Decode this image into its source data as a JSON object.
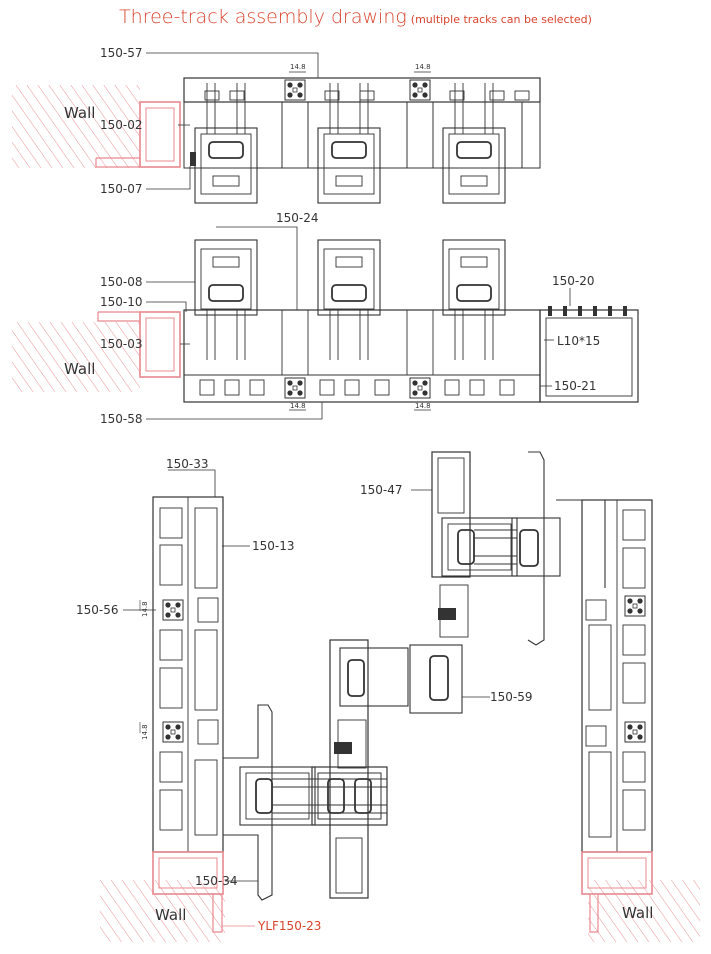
{
  "title": {
    "main": "Three-track assembly drawing",
    "sub": "(multiple tracks can be selected)"
  },
  "colors": {
    "accent": "#d9442e",
    "line": "#333333",
    "wall": "#e8898f"
  },
  "labels": {
    "p150_57": "150-57",
    "p150_02": "150-02",
    "p150_07": "150-07",
    "p150_24": "150-24",
    "p150_08": "150-08",
    "p150_10": "150-10",
    "p150_03": "150-03",
    "p150_20": "150-20",
    "p150_21": "150-21",
    "p150_58": "150-58",
    "l10x15": "L10*15",
    "p150_33": "150-33",
    "p150_13": "150-13",
    "p150_56": "150-56",
    "p150_34": "150-34",
    "p150_47": "150-47",
    "p150_59": "150-59",
    "ylf150_23": "YLF150-23",
    "wall": "Wall",
    "dim_14_8": "14.8"
  }
}
